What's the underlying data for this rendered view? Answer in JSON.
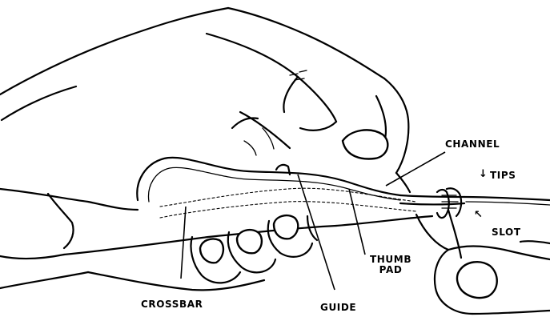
{
  "labels": {
    "channel": "CHANNEL",
    "tips": "TIPS",
    "slot": "SLOT",
    "thumb_pad_line1": "THUMB",
    "thumb_pad_line2": "PAD",
    "crossbar": "CROSSBAR",
    "guide": "GUIDE"
  },
  "icons": {
    "tips_arrow": "arrow-down-icon",
    "slot_arrow": "arrow-up-left-icon"
  }
}
